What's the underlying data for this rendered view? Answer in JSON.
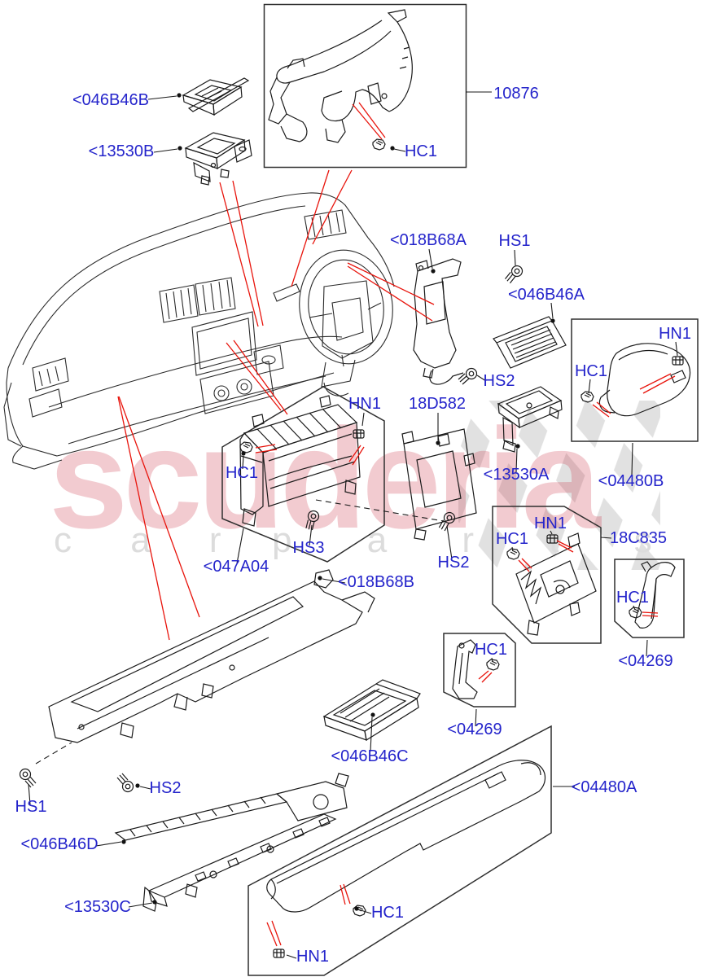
{
  "watermark": {
    "brand": "scuderia",
    "sub_left": "c a r",
    "sub_right": "p a r t s"
  },
  "colors": {
    "label_blue": "#2424cb",
    "leader_red": "#e8140c",
    "line_black": "#1a1a1a",
    "watermark_pink": "rgba(202,38,58,0.24)",
    "watermark_gray": "#dcdcdc",
    "checker_gray": "#d9d9d9"
  },
  "part_labels": [
    {
      "id": "pl-046B46B",
      "text": "<046B46B"
    },
    {
      "id": "pl-13530B",
      "text": "<13530B"
    },
    {
      "id": "pl-10876",
      "text": "10876"
    },
    {
      "id": "pl-HC1-console",
      "text": "HC1"
    },
    {
      "id": "pl-018B68A",
      "text": "<018B68A"
    },
    {
      "id": "pl-HS1-upper",
      "text": "HS1"
    },
    {
      "id": "pl-046B46A",
      "text": "<046B46A"
    },
    {
      "id": "pl-HN1-04480B",
      "text": "HN1"
    },
    {
      "id": "pl-HC1-04480B",
      "text": "HC1"
    },
    {
      "id": "pl-HS2-upper",
      "text": "HS2"
    },
    {
      "id": "pl-HN1-carrier",
      "text": "HN1"
    },
    {
      "id": "pl-18D582",
      "text": "18D582"
    },
    {
      "id": "pl-13530A",
      "text": "<13530A"
    },
    {
      "id": "pl-04480B",
      "text": "<04480B"
    },
    {
      "id": "pl-HC1-carrier",
      "text": "HC1"
    },
    {
      "id": "pl-HN1-18C835",
      "text": "HN1"
    },
    {
      "id": "pl-HC1-18C835",
      "text": "HC1"
    },
    {
      "id": "pl-18C835",
      "text": "18C835"
    },
    {
      "id": "pl-HS3",
      "text": "HS3"
    },
    {
      "id": "pl-HS2-carrier",
      "text": "HS2"
    },
    {
      "id": "pl-047A04",
      "text": "<047A04"
    },
    {
      "id": "pl-018B68B",
      "text": "<018B68B"
    },
    {
      "id": "pl-HC1-04269-right",
      "text": "HC1"
    },
    {
      "id": "pl-HC1-04269-center",
      "text": "HC1"
    },
    {
      "id": "pl-04269-right",
      "text": "<04269"
    },
    {
      "id": "pl-04269-center",
      "text": "<04269"
    },
    {
      "id": "pl-046B46C",
      "text": "<046B46C"
    },
    {
      "id": "pl-04480A",
      "text": "<04480A"
    },
    {
      "id": "pl-HS2-lower",
      "text": "HS2"
    },
    {
      "id": "pl-HS1-lower",
      "text": "HS1"
    },
    {
      "id": "pl-046B46D",
      "text": "<046B46D"
    },
    {
      "id": "pl-13530C",
      "text": "<13530C"
    },
    {
      "id": "pl-HC1-04480A",
      "text": "HC1"
    },
    {
      "id": "pl-HN1-04480A",
      "text": "HN1"
    }
  ]
}
